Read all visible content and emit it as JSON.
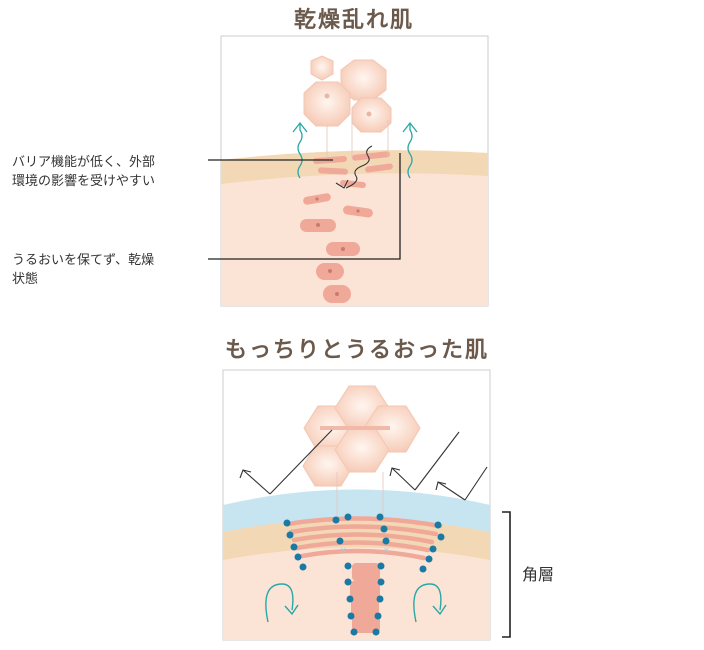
{
  "titles": {
    "top": "乾燥乱れ肌",
    "bottom": "もっちりとうるおった肌"
  },
  "annotations": {
    "barrier_line1": "バリア機能が低く、外部",
    "barrier_line2": "環境の影響を受けやすい",
    "moisture_line1": "うるおいを保てず、乾燥",
    "moisture_line2": "状態",
    "stratum_label": "角層"
  },
  "colors": {
    "skin": "#fbe4d6",
    "stratum": "#f3d8b6",
    "cell": "#f0a898",
    "moisture_arrow": "#2aa7a5",
    "barrier_film": "#c7e5f1",
    "lipid_dot": "#1a7aa3",
    "text": "#6b5a4c"
  }
}
